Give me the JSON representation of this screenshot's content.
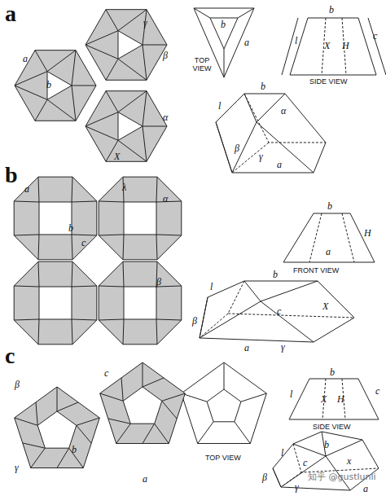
{
  "diagram": {
    "labels": [
      "a",
      "b",
      "c",
      "a",
      "b",
      "γ",
      "β",
      "α",
      "X",
      "b",
      "a",
      "TOP VIEW",
      "b",
      "c",
      "l",
      "X",
      "H",
      "SIDE VIEW",
      "b",
      "l",
      "α",
      "β",
      "γ",
      "a",
      "a",
      "b",
      "c",
      "λ",
      "α",
      "β",
      "b",
      "H",
      "a",
      "FRONT VIEW",
      "b",
      "l",
      "c",
      "X",
      "a",
      "γ",
      "β",
      "β",
      "γ",
      "c",
      "b",
      "a",
      "TOP VIEW",
      "b",
      "l",
      "c",
      "X",
      "H",
      "SIDE VIEW",
      "b",
      "l",
      "c",
      "x",
      "β",
      "γ",
      "a",
      "知乎 @gustlunli"
    ]
  }
}
